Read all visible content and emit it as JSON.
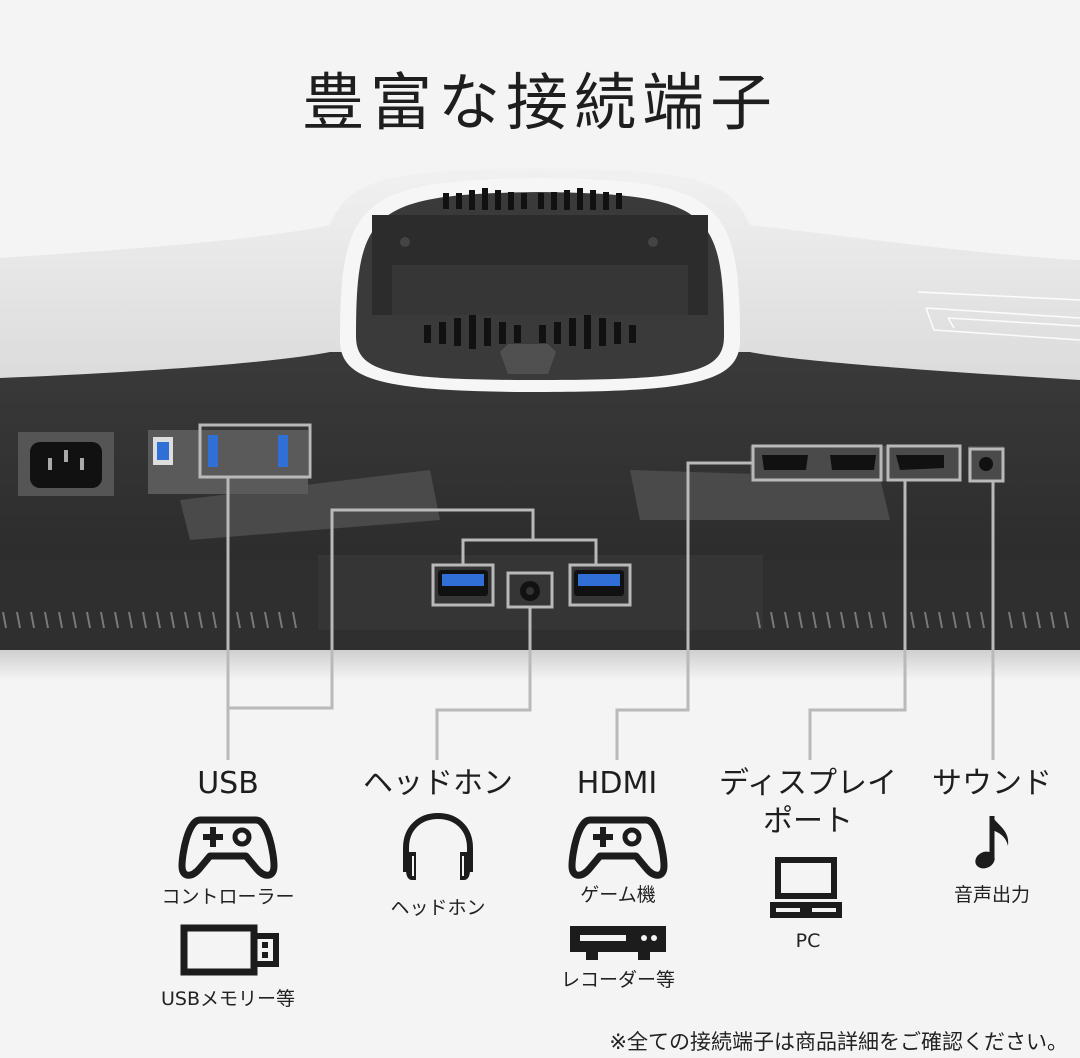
{
  "title": "豊富な接続端子",
  "footnote": "※全ての接続端子は商品詳細をご確認ください。",
  "colors": {
    "background": "#f4f4f4",
    "monitor_dark": "#2e2e2e",
    "monitor_white": "#e9e9e9",
    "callout_line": "#b9b9b9",
    "usb_blue": "#2f6fd6"
  },
  "ports": [
    {
      "label": "USB",
      "devices": [
        {
          "icon": "gamepad-icon",
          "label": "コントローラー"
        },
        {
          "icon": "usb-stick-icon",
          "label": "USBメモリー等"
        }
      ]
    },
    {
      "label": "ヘッドホン",
      "devices": [
        {
          "icon": "headphones-icon",
          "label": "ヘッドホン"
        }
      ]
    },
    {
      "label": "HDMI",
      "devices": [
        {
          "icon": "gamepad-icon",
          "label": "ゲーム機"
        },
        {
          "icon": "recorder-icon",
          "label": "レコーダー等"
        }
      ]
    },
    {
      "label_line1": "ディスプレイ",
      "label_line2": "ポート",
      "devices": [
        {
          "icon": "laptop-icon",
          "label": "PC"
        }
      ]
    },
    {
      "label": "サウンド",
      "devices": [
        {
          "icon": "music-note-icon",
          "label": "音声出力"
        }
      ]
    }
  ]
}
